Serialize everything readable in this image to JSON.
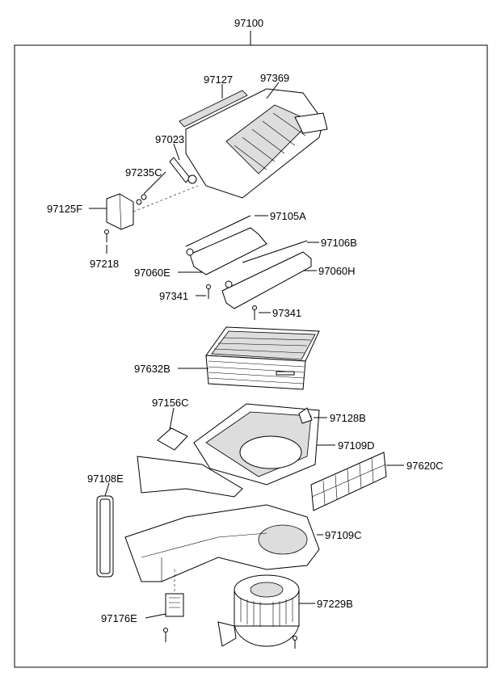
{
  "assembly": {
    "number": "97100"
  },
  "parts": [
    {
      "id": "97127"
    },
    {
      "id": "97369"
    },
    {
      "id": "97023"
    },
    {
      "id": "97235C"
    },
    {
      "id": "97125F"
    },
    {
      "id": "97105A"
    },
    {
      "id": "97218"
    },
    {
      "id": "97106B"
    },
    {
      "id": "97060E"
    },
    {
      "id": "97060H"
    },
    {
      "id": "97341"
    },
    {
      "id": "97341"
    },
    {
      "id": "97632B"
    },
    {
      "id": "97156C"
    },
    {
      "id": "97128B"
    },
    {
      "id": "97109D"
    },
    {
      "id": "97620C"
    },
    {
      "id": "97108E"
    },
    {
      "id": "97109C"
    },
    {
      "id": "97229B"
    },
    {
      "id": "97176E"
    }
  ]
}
